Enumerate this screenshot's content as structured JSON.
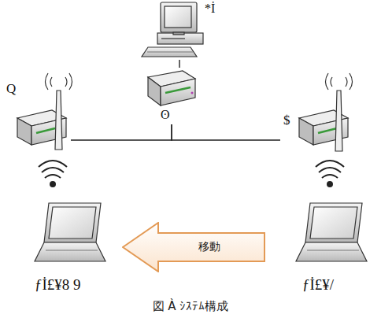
{
  "diagram": {
    "caption": "図 À ｼｽﾃﾑ構成",
    "nodes": [
      {
        "text": [
          "*İ"
        ]
      },
      {
        "text": [
          "ʘ"
        ]
      },
      {
        "text": [
          "Q"
        ]
      },
      {
        "text": [
          "$"
        ]
      },
      {
        "text": [
          "移動"
        ]
      },
      {
        "text": [
          "ƒİ£¥8 9"
        ]
      },
      {
        "text": [
          "ƒİ£¥/"
        ]
      }
    ],
    "edges": [
      {
        "from": 0,
        "to": 1,
        "arrow": "none"
      },
      {
        "from": 1,
        "to": 2,
        "arrow": "none"
      },
      {
        "from": 1,
        "to": 3,
        "arrow": "none"
      }
    ]
  }
}
